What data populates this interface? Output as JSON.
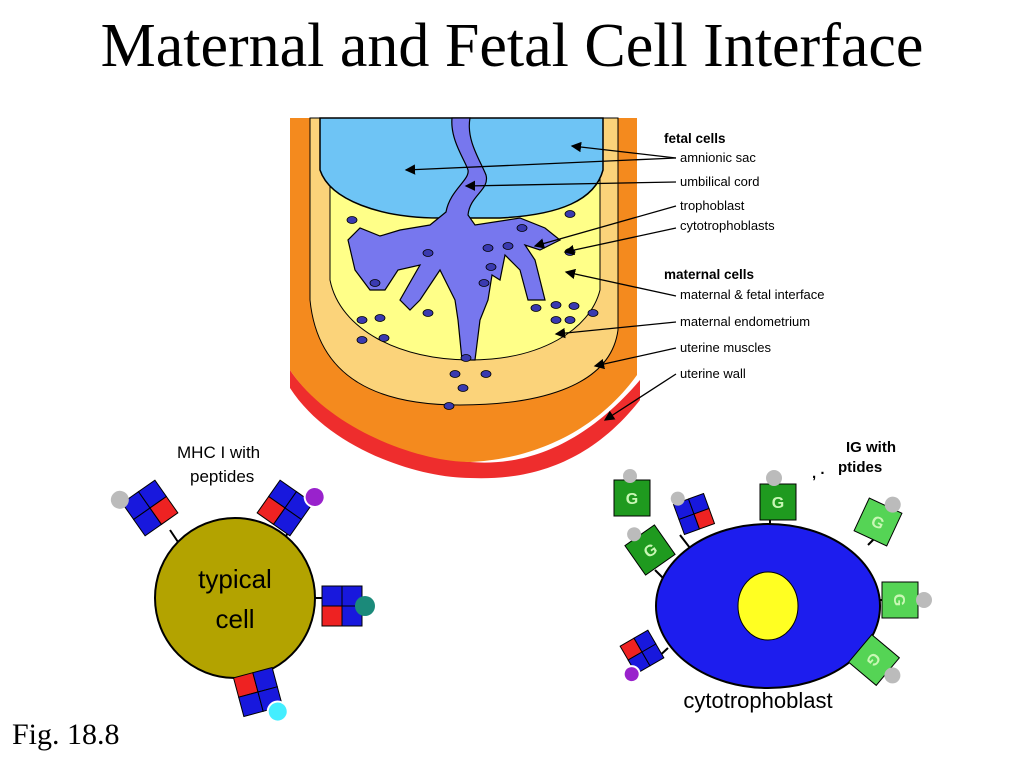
{
  "slide": {
    "title": "Maternal and Fetal Cell Interface",
    "figure_label": "Fig. 18.8"
  },
  "legend": {
    "fetal_header": "fetal cells",
    "fetal_items": [
      "amnionic sac",
      "umbilical cord",
      "trophoblast",
      "cytotrophoblasts"
    ],
    "maternal_header": "maternal cells",
    "maternal_items": [
      "maternal & fetal interface",
      "maternal endometrium",
      "uterine muscles",
      "uterine wall"
    ]
  },
  "mhc": {
    "label_line1": "MHC I with",
    "label_line2": "peptides",
    "cell_line1": "typical",
    "cell_line2": "cell"
  },
  "hla": {
    "label_line1": "IG with",
    "label_line2": "ptides",
    "fragment": ", ·",
    "cell_label": "cytotrophoblast",
    "g_letter": "G"
  },
  "colors": {
    "amnion": "#6ec4f5",
    "cord": "#7777ee",
    "maternal_light": "#fbd37a",
    "yellow": "#ffff88",
    "uterine": "#f48a1e",
    "wall": "#ee2d2d",
    "typical_cell": "#b3a300",
    "cytotrophoblast": "#1d1dee",
    "nucleus": "#ffff22",
    "mhc_blue": "#1818dd",
    "mhc_red": "#ee2222",
    "hla_green": "#1f9a1f",
    "hla_green_light": "#55d455"
  }
}
